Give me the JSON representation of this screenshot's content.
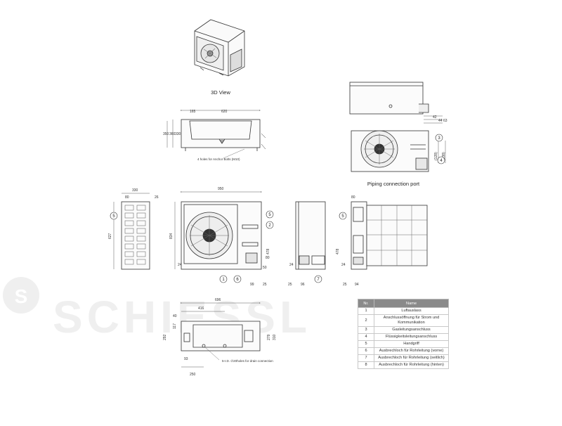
{
  "watermark": {
    "text": "SCHIESSL"
  },
  "views": {
    "three_d_label": "3D View",
    "piping_label": "Piping connection port",
    "anchor_note": "4 holes for Anchor Bolts (M10)",
    "drain_note": "5-I.D. ∅20holes for drain connection"
  },
  "dims": {
    "top_view": [
      "165",
      "620",
      "350",
      "360",
      "330"
    ],
    "side_right": [
      "42",
      "44",
      "63",
      "(128)",
      "(138)"
    ],
    "left_view": [
      "330",
      "26",
      "80",
      "627"
    ],
    "front_view": [
      "950",
      "834",
      "24",
      "478",
      "50",
      "80",
      "99",
      "25"
    ],
    "side_view": [
      "24",
      "25",
      "96"
    ],
    "rear_view": [
      "80",
      "478",
      "24",
      "25",
      "94"
    ],
    "bottom_view": [
      "696",
      "416",
      "40",
      "117",
      "292",
      "279",
      "310",
      "93",
      "250"
    ]
  },
  "callouts": [
    "1",
    "2",
    "3",
    "4",
    "5",
    "6",
    "7"
  ],
  "legend": {
    "header": {
      "nr": "Nr.",
      "name": "Name"
    },
    "rows": [
      {
        "nr": "1",
        "name": "Luftauslass"
      },
      {
        "nr": "2",
        "name": "Anschlussöffnung für Strom und Kommunikation"
      },
      {
        "nr": "3",
        "name": "Gasleitungsanschluss"
      },
      {
        "nr": "4",
        "name": "Flüssigkeitsleitungsanschluss"
      },
      {
        "nr": "5",
        "name": "Handgriff"
      },
      {
        "nr": "6",
        "name": "Ausbrechloch für Rohrleitung (vorne)"
      },
      {
        "nr": "7",
        "name": "Ausbrechloch für Rohrleitung (seitlich)"
      },
      {
        "nr": "8",
        "name": "Ausbrechloch für Rohrleitung (hinten)"
      }
    ]
  }
}
